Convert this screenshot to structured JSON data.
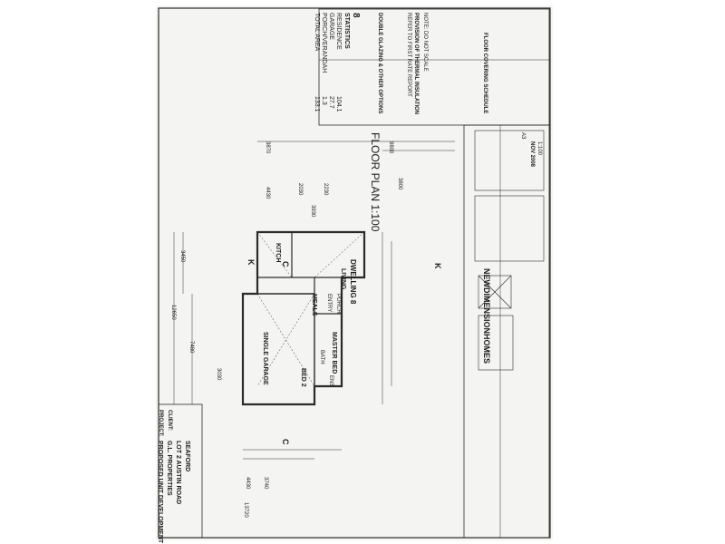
{
  "drawing": {
    "title": "FLOOR PLAN 1:100",
    "dwelling_label": "DWELLING 8",
    "rooms": {
      "kitchen": "KITCH",
      "meals": "MEALS",
      "living": "LIVING",
      "master_bed": "MASTER BED",
      "bed2": "BED 2",
      "garage": "SINGLE GARAGE",
      "entry": "ENTRY",
      "bath": "BATH",
      "ens": "ENS",
      "porch": "PORCH"
    },
    "section_markers": [
      "K",
      "C",
      "K",
      "C"
    ],
    "dimensions_top": [
      "3870",
      "4430",
      "9800",
      "3800",
      "2030",
      "3930",
      "2230"
    ],
    "dimensions_left": [
      "12650",
      "3450",
      "7480",
      "3030"
    ],
    "dimensions_bottom": [
      "4430",
      "13720",
      "3740"
    ],
    "notes": [
      "NOTE: DO NOT SCALE",
      "PROVISION OF THERMAL INSULATION",
      "REFER TO FIRST RATE REPORT",
      "DOUBLE GLAZING & OTHER OPTIONS",
      "FLOOR COVERING SCHEDULE"
    ]
  },
  "statistics": {
    "heading": "STATISTICS",
    "dwelling_no": "8",
    "rows": [
      {
        "label": "RESIDENCE",
        "value": "104.1"
      },
      {
        "label": "GARAGE",
        "value": "27.7"
      },
      {
        "label": "PORCH/VERANDAH",
        "value": "1.3"
      },
      {
        "label": "TOTAL AREA",
        "value": "133.1"
      }
    ]
  },
  "title_block": {
    "company": "NEWDIMENSIONHOMES",
    "project_label": "PROJECT:",
    "project": "PROPOSED UNIT DEVELOPMENT",
    "client_label": "CLIENT:",
    "client": "G.L. PROPERTIES",
    "address1": "LOT 2 AUSTIN ROAD",
    "address2": "SEAFORD",
    "sheet_label": "A3",
    "date": "NOV 2008",
    "scale": "1:100"
  },
  "colors": {
    "paper": "#f4f4f2",
    "ink": "#1d1d1d",
    "line": "#2a2a2a"
  }
}
